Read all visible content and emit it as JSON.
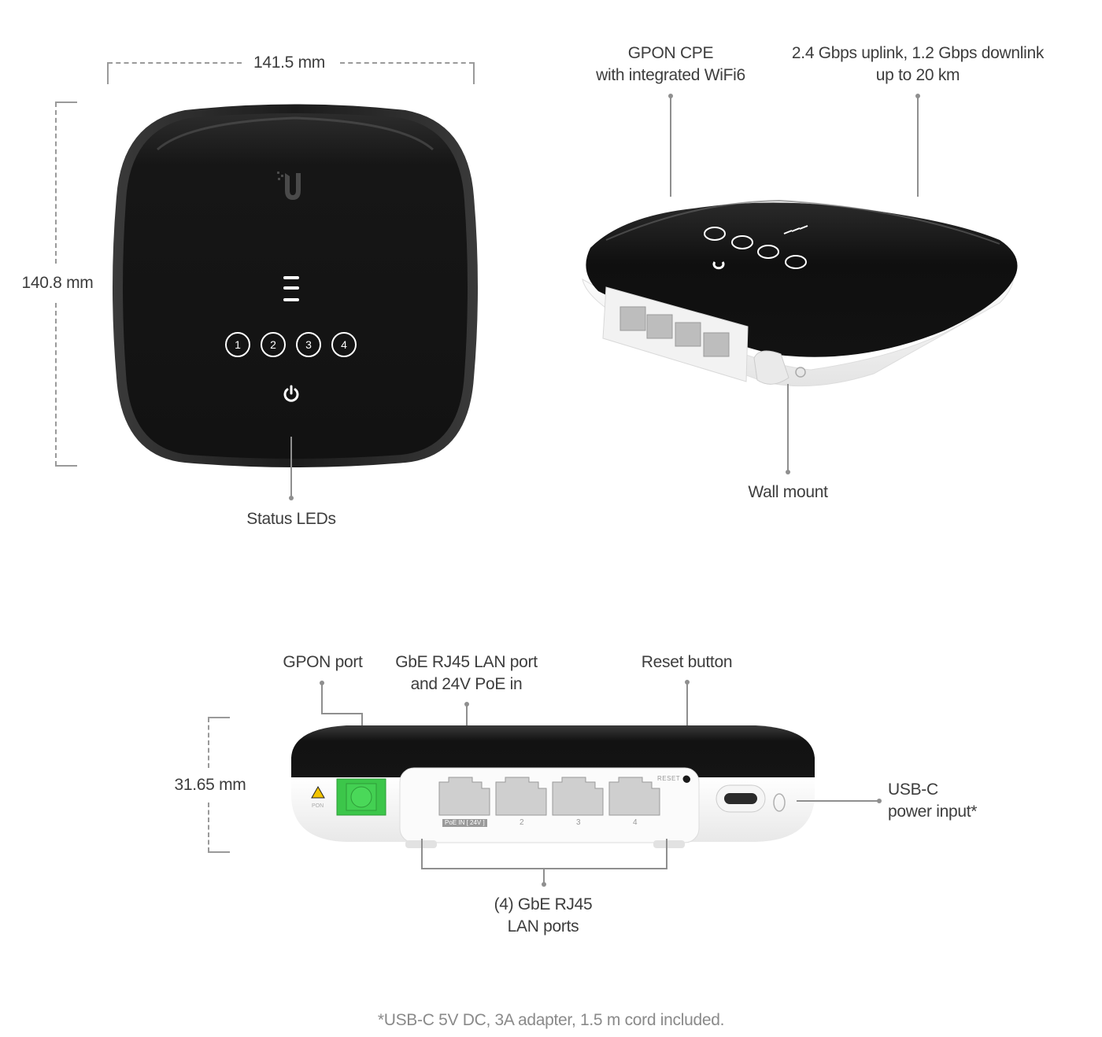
{
  "top_view": {
    "width_label": "141.5 mm",
    "height_label": "140.8 mm",
    "status_leds_label": "Status LEDs",
    "led_numbers": [
      "1",
      "2",
      "3",
      "4"
    ],
    "icons": [
      "ubiquiti-logo-icon",
      "signal-bars-icon",
      "power-icon"
    ]
  },
  "angled_view": {
    "callout_left": {
      "line1": "GPON  CPE",
      "line2": "with integrated WiFi6"
    },
    "callout_right": {
      "line1": "2.4 Gbps uplink, 1.2 Gbps downlink",
      "line2": "up to 20 km"
    },
    "callout_bottom": "Wall mount"
  },
  "rear_view": {
    "height_label": "31.65 mm",
    "gpon_port_label": "GPON port",
    "poe_port_label": {
      "line1": "GbE RJ45 LAN port",
      "line2": "and 24V PoE in"
    },
    "reset_label": "Reset button",
    "usb_label": {
      "line1": "USB-C",
      "line2": "power input*"
    },
    "lan_ports_label": {
      "line1": "(4) GbE RJ45",
      "line2": "LAN ports"
    },
    "port_labels": [
      "PoE IN [ 24V ]",
      "2",
      "3",
      "4"
    ],
    "reset_text": "RESET",
    "pon_text": "PON"
  },
  "footnote": "*USB-C 5V DC, 3A adapter, 1.5 m cord included.",
  "colors": {
    "device_black": "#141414",
    "device_white": "#f4f4f4",
    "sc_connector_green": "#3cc64a",
    "callout_line": "#8f8f8f",
    "label_text": "#3d3d3d",
    "footnote_text": "#8a8a8a"
  }
}
